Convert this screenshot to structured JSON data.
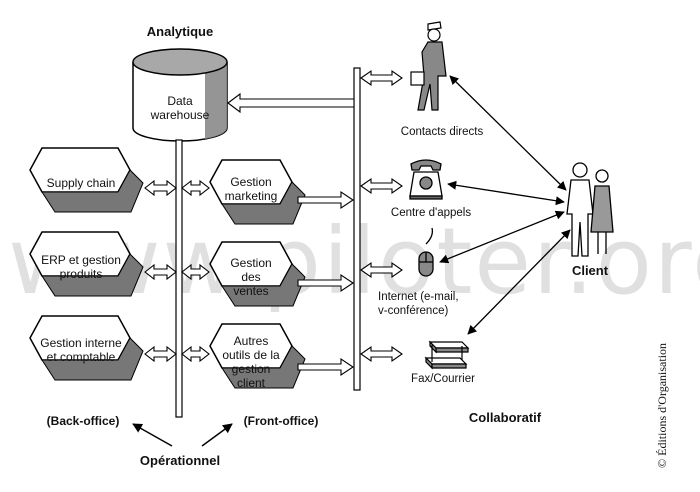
{
  "titles": {
    "analytique": "Analytique",
    "operationnel": "Opérationnel",
    "collaboratif": "Collaboratif",
    "back_office": "(Back-office)",
    "front_office": "(Front-office)",
    "client": "Client"
  },
  "data_warehouse": {
    "line1": "Data",
    "line2": "warehouse"
  },
  "back_office_boxes": [
    {
      "line1": "Supply chain",
      "line2": ""
    },
    {
      "line1": "ERP et gestion",
      "line2": "produits"
    },
    {
      "line1": "Gestion interne",
      "line2": "et comptable"
    }
  ],
  "front_office_boxes": [
    {
      "line1": "Gestion",
      "line2": "marketing",
      "line3": "",
      "line4": ""
    },
    {
      "line1": "Gestion",
      "line2": "des",
      "line3": "ventes",
      "line4": ""
    },
    {
      "line1": "Autres",
      "line2": "outils de la",
      "line3": "gestion",
      "line4": "client"
    }
  ],
  "channels": [
    {
      "line1": "Contacts directs",
      "line2": "",
      "icon": "person-with-briefcase-icon"
    },
    {
      "line1": "Centre d'appels",
      "line2": "",
      "icon": "telephone-icon"
    },
    {
      "line1": "Internet (e-mail,",
      "line2": "v-conférence)",
      "icon": "mouse-icon"
    },
    {
      "line1": "Fax/Courrier",
      "line2": "",
      "icon": "letter-tray-icon"
    }
  ],
  "watermark": "www.piloter.org",
  "copyright": "© Éditions d'Organisation"
}
